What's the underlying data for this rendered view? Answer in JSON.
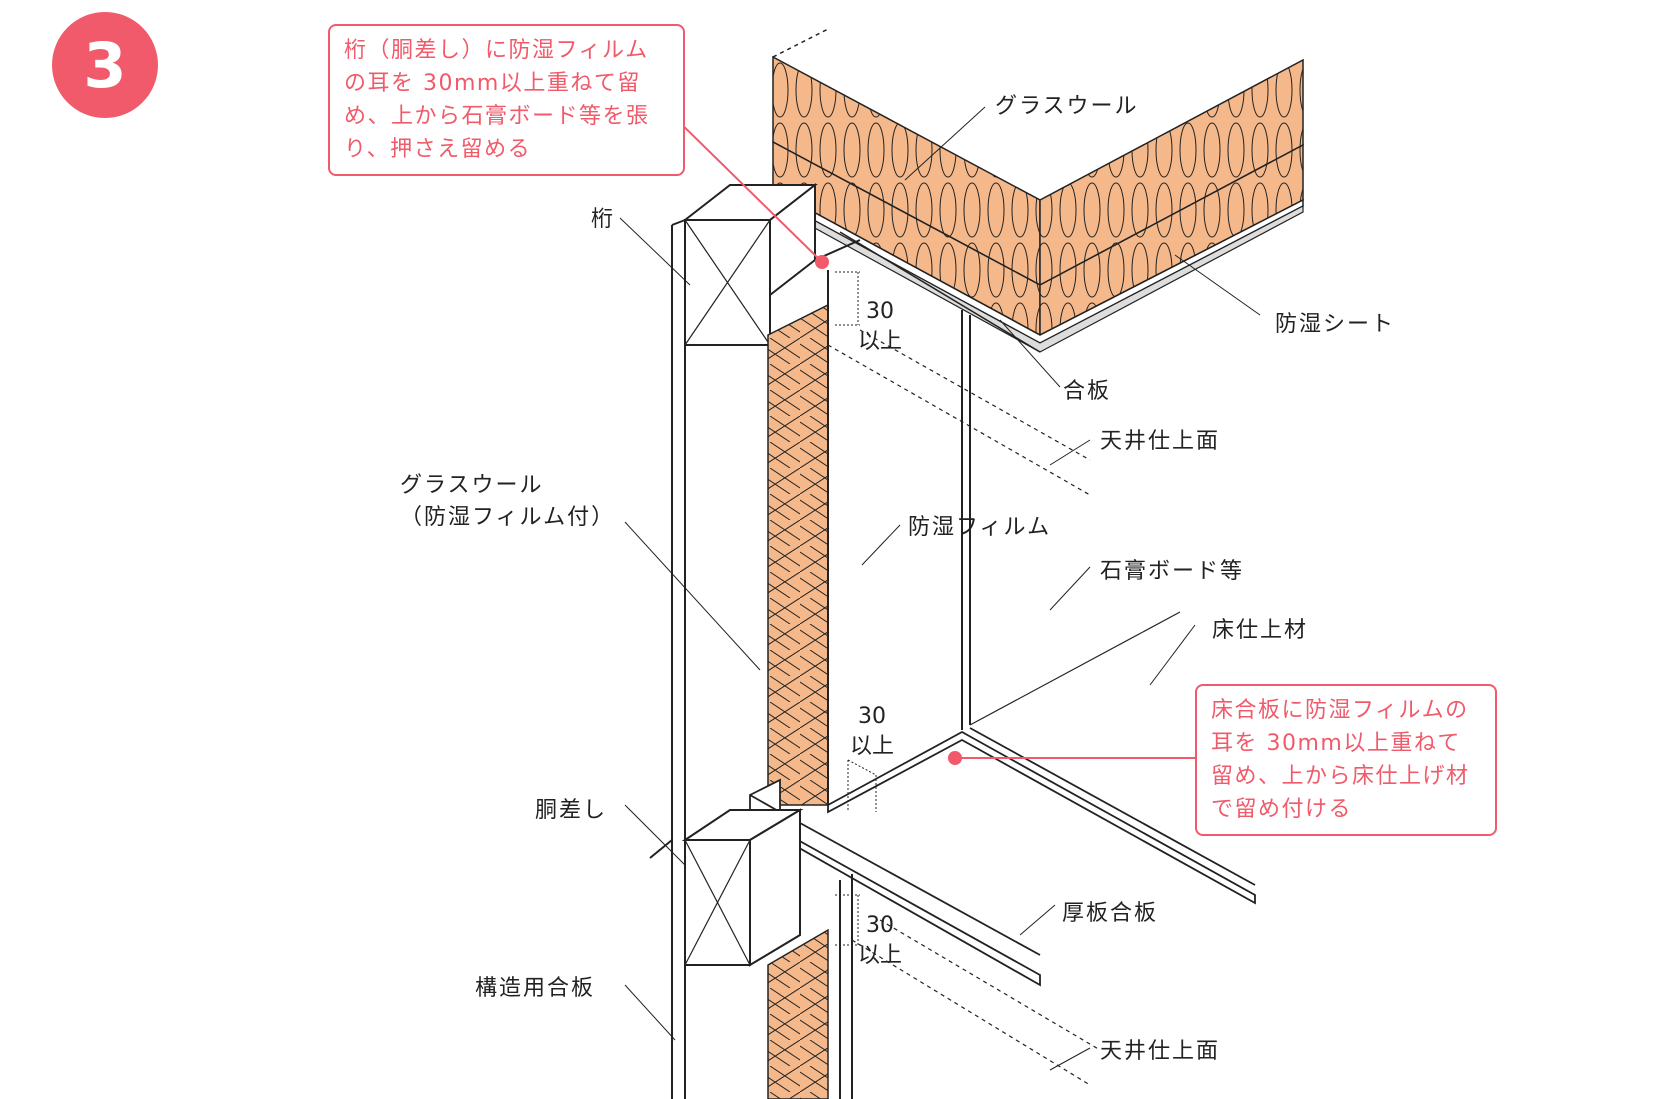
{
  "step": {
    "number": "3"
  },
  "colors": {
    "accent": "#f05a6a",
    "insulation_fill": "#f5b88a",
    "line": "#222222"
  },
  "callouts": {
    "top": "桁（胴差し）に防湿フィルムの耳を 30mm以上重ねて留め、上から石膏ボード等を張り、押さえ留める",
    "bottom": "床合板に防湿フィルムの耳を 30mm以上重ねて留め、上から床仕上げ材で留め付ける"
  },
  "labels": {
    "glass_wool_ceiling": "グラスウール",
    "vapor_sheet": "防湿シート",
    "plywood": "合板",
    "ceiling_finish_top": "天井仕上面",
    "beam": "桁",
    "glass_wool_wall": "グラスウール\n（防湿フィルム付）",
    "vapor_film": "防湿フィルム",
    "gypsum_board": "石膏ボード等",
    "floor_finish": "床仕上材",
    "girth": "胴差し",
    "thick_plywood": "厚板合板",
    "structural_plywood": "構造用合板",
    "ceiling_finish_bottom": "天井仕上面"
  },
  "dimensions": {
    "overlap_top": "30\n以上",
    "overlap_floor": "30\n以上",
    "overlap_lower": "30\n以上"
  }
}
